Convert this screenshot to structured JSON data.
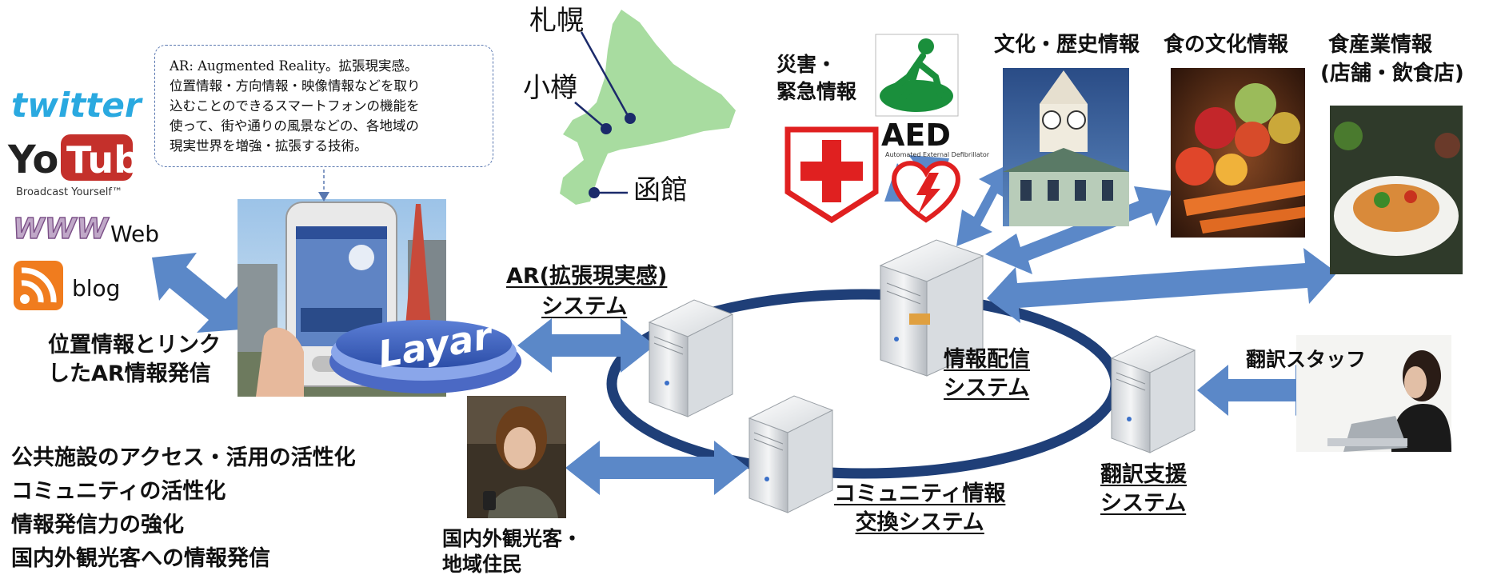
{
  "callout": {
    "lines": [
      "AR: Augmented Reality。拡張現実感。",
      "位置情報・方向情報・映像情報などを取り",
      "込むことのできるスマートフォンの機能を",
      "使って、街や通りの風景などの、各地域の",
      "現実世界を増強・拡張する技術。"
    ]
  },
  "map": {
    "cities": [
      "札幌",
      "小樽",
      "函館"
    ],
    "fill": "#a8dca0"
  },
  "social": {
    "twitter": "twitter",
    "youtube_you": "You",
    "youtube_tube": "Tube",
    "youtube_tagline": "Broadcast Yourself™",
    "www": "WWW",
    "web": "Web",
    "blog": "blog"
  },
  "labels": {
    "ar_link_1": "位置情報とリンク",
    "ar_link_2": "したAR情報発信",
    "ar_system_1": "AR(拡張現実感)",
    "ar_system_2": "システム",
    "layar": "Layar",
    "disaster_1": "災害・",
    "disaster_2": "緊急情報",
    "aed": "AED",
    "aed_sub": "Automated External Defibrillator",
    "culture": "文化・歴史情報",
    "food_culture": "食の文化情報",
    "food_industry_1": "食産業情報",
    "food_industry_2": "(店舗・飲食店)",
    "distribution_1": "情報配信",
    "distribution_2": "システム",
    "translation_staff": "翻訳スタッフ",
    "translation_1": "翻訳支援",
    "translation_2": "システム",
    "community_1": "コミュニティ情報",
    "community_2": "交換システム",
    "tourists_1": "国内外観光客・",
    "tourists_2": "地域住民"
  },
  "bullets": [
    "公共施設のアクセス・活用の活性化",
    "コミュニティの活性化",
    "情報発信力の強化",
    "国内外観光客への情報発信"
  ],
  "colors": {
    "arrow": "#5b88c8",
    "ring": "#1f3f78",
    "twitter": "#2aa9e0",
    "youtube": "#c4302b",
    "rss": "#f07c1e",
    "exit": "#1a8f3c",
    "cross": "#e02020",
    "aed_heart": "#e02020"
  }
}
